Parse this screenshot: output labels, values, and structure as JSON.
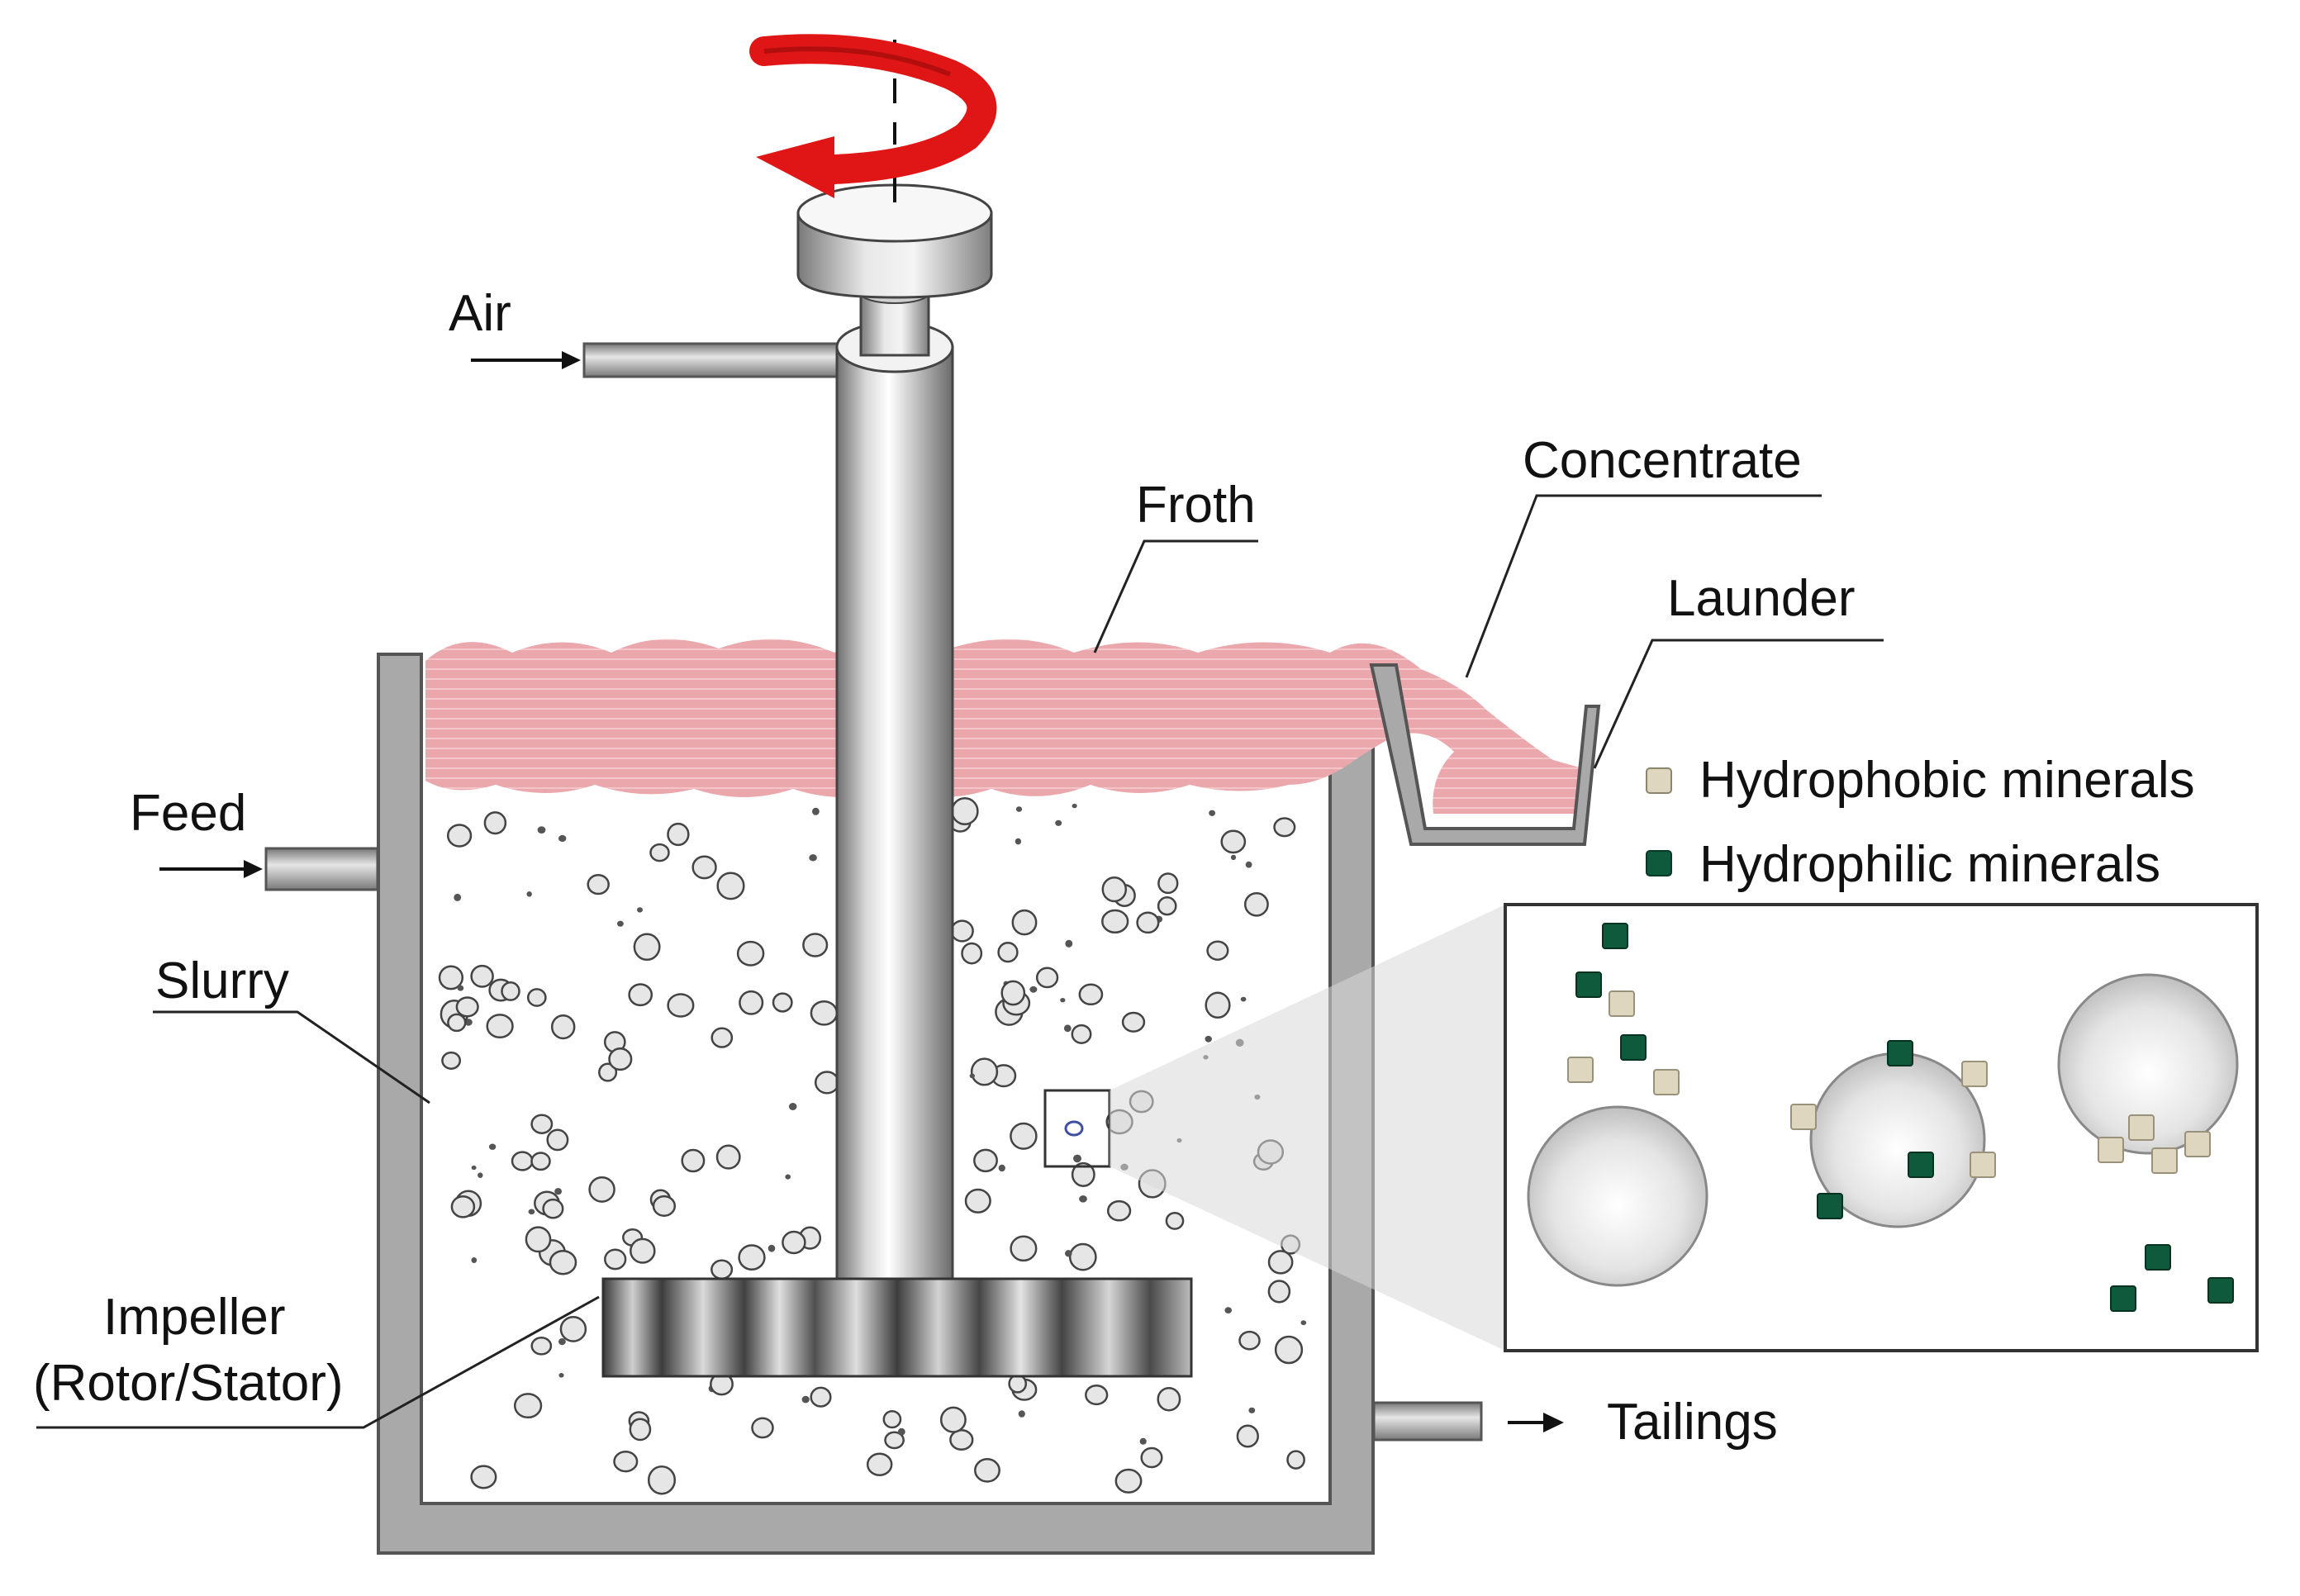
{
  "labels": {
    "air": "Air",
    "feed": "Feed",
    "froth": "Froth",
    "concentrate": "Concentrate",
    "launder": "Launder",
    "slurry": "Slurry",
    "impeller_line1": "Impeller",
    "impeller_line2": "(Rotor/Stator)",
    "tailings": "Tailings"
  },
  "legend": {
    "hydrophobic": "Hydrophobic minerals",
    "hydrophilic": "Hydrophilic minerals"
  },
  "colors": {
    "froth": "#e9a9ae",
    "tank_wall": "#a6a6a6",
    "rotation_arrow": "#e01616",
    "hydrophobic_particle": "#ded6bf",
    "hydrophilic_particle": "#0f5a3c",
    "bubble": "#e2e2e2"
  },
  "icons": {
    "rotation": "rotation-arrow-icon",
    "feed_arrow": "arrow-right-icon",
    "air_arrow": "arrow-right-icon",
    "tailings_arrow": "arrow-right-icon"
  }
}
